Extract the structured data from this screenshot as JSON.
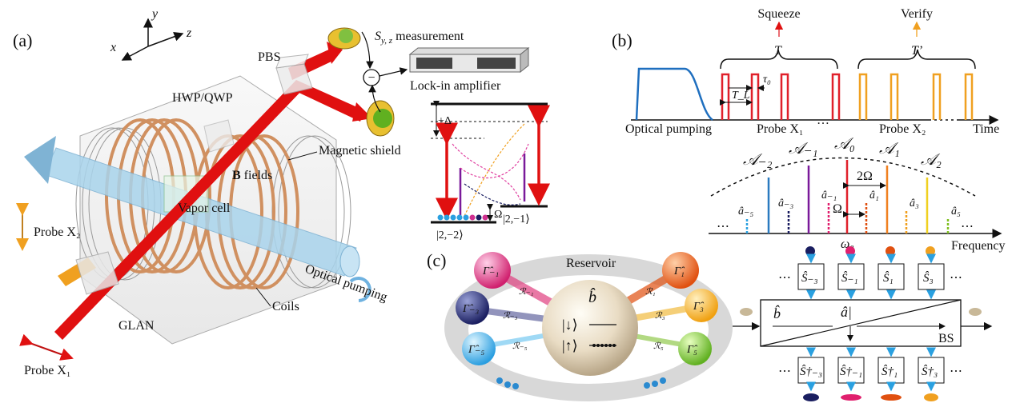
{
  "panel_a": {
    "label": "(a)",
    "axes": {
      "x": "x",
      "y": "y",
      "z": "z"
    },
    "measurement_label": "S",
    "measurement_sub": "y, z",
    "measurement_suffix": " measurement",
    "lock_in": "Lock-in amplifier",
    "pbs": "PBS",
    "hwp_qwp": "HWP/QWP",
    "magnetic_shield": "Magnetic shield",
    "b_fields_bold": "B",
    "b_fields_rest": " fields",
    "vapor_cell": "Vapor cell",
    "probe_x2": "Probe X₂",
    "probe_x1": "Probe X₁",
    "glan": "GLAN",
    "coils": "Coils",
    "optical_pumping": "Optical pumping",
    "level_delta": "+Δ",
    "level_omega": "Ω",
    "state_left": "|2,−2⟩",
    "state_right": "|2,−1⟩",
    "minus_sign": "−"
  },
  "panel_b": {
    "label": "(b)",
    "squeeze": "Squeeze",
    "verify": "Verify",
    "T": "T",
    "T_prime": "T’",
    "tau0": "τ₀",
    "TL": "T_L",
    "optical_pumping": "Optical pumping",
    "probe_x1": "Probe X₁",
    "probe_x2": "Probe X₂",
    "time": "Time",
    "frequency": "Frequency",
    "omega0": "ω₀",
    "two_omega": "2Ω",
    "omega": "Ω",
    "ellipsis": "…",
    "dots": "⋯",
    "A_labels": [
      "𝒜₋₂",
      "𝒜₋₁",
      "𝒜₀",
      "𝒜₁",
      "𝒜₂"
    ],
    "a_labels": [
      "â₋₅",
      "â₋₃",
      "â₋₁",
      "â₁",
      "â₃",
      "â₅"
    ]
  },
  "panel_c": {
    "label": "(c)",
    "reservoir": "Reservoir",
    "b_hat": "b̂",
    "a_hat": "â|",
    "spin_down": "|↓⟩",
    "spin_up": "|↑⟩",
    "bs": "BS",
    "gammas": [
      "Γ̂₋₁",
      "Γ̂₋₃",
      "Γ̂₋₅",
      "Γ̂₁",
      "Γ̂₃",
      "Γ̂₅"
    ],
    "couplings": [
      "ℛ₋₁",
      "ℛ₋₃",
      "ℛ₋₅",
      "ℛ₁",
      "ℛ₃",
      "ℛ₅"
    ],
    "s_top": [
      "Ŝ₋₃",
      "Ŝ₋₁",
      "Ŝ₁",
      "Ŝ₃"
    ],
    "s_bottom": [
      "Ŝ†₋₃",
      "Ŝ†₋₁",
      "Ŝ†₁",
      "Ŝ†₃"
    ],
    "ellipsis": "⋯"
  },
  "colors": {
    "laser_red": "#e01010",
    "pump_blue": "#a9d4ec",
    "pulse_blue": "#1f6fbf",
    "pulse_red": "#e0202a",
    "pulse_orange": "#f0a020",
    "coil": "#d09060"
  }
}
